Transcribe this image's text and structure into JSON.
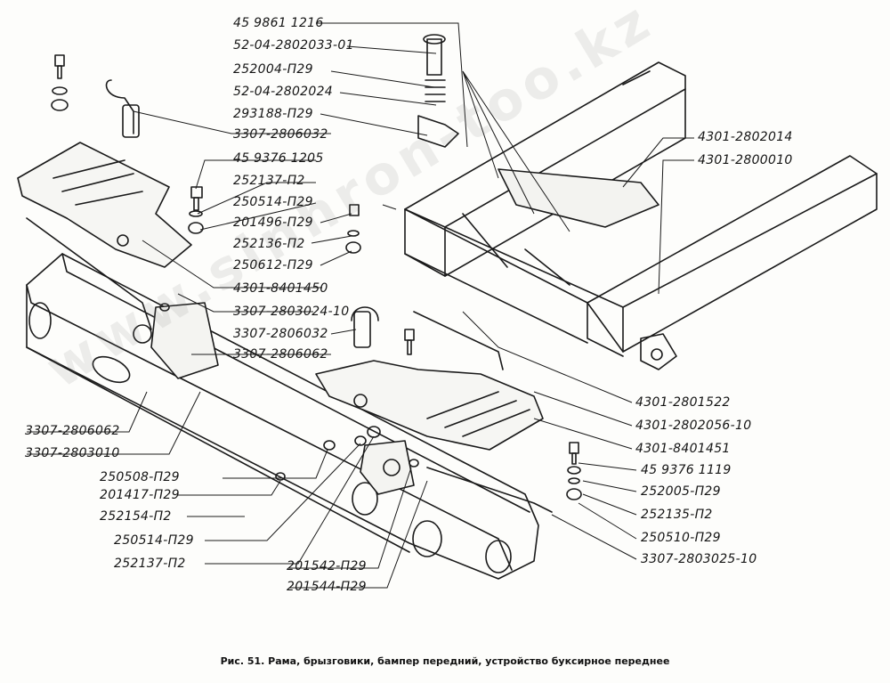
{
  "labels": {
    "l01": "45 9861 1216",
    "l02": "52-04-2802033-01",
    "l03": "252004-П29",
    "l04": "52-04-2802024",
    "l05": "293188-П29",
    "l06": "3307-2806032",
    "l07": "45 9376 1205",
    "l08": "252137-П2",
    "l09": "250514-П29",
    "l10": "201496-П29",
    "l11": "252136-П2",
    "l12": "250612-П29",
    "l13": "4301-8401450",
    "l14": "3307-2803024-10",
    "l15": "3307-2806032",
    "l16": "3307-2806062",
    "l17": "4301-2802014",
    "l18": "4301-2800010",
    "l19": "4301-2801522",
    "l20": "4301-2802056-10",
    "l21": "4301-8401451",
    "l22": "45 9376 1119",
    "l23": "252005-П29",
    "l24": "252135-П2",
    "l25": "250510-П29",
    "l26": "3307-2803025-10",
    "l27": "3307-2806062",
    "l28": "3307-2803010",
    "l29": "250508-П29",
    "l30": "201417-П29",
    "l31": "252154-П2",
    "l32": "250514-П29",
    "l33": "252137-П2",
    "l34": "201542-П29",
    "l35": "201544-П29"
  },
  "caption": "Рис. 51. Рама, брызговики, бампер передний, устройство буксирное переднее",
  "watermark": "www.sinhron-too.kz",
  "colors": {
    "ink": "#1a1a1a",
    "paper": "#fdfdfb"
  }
}
